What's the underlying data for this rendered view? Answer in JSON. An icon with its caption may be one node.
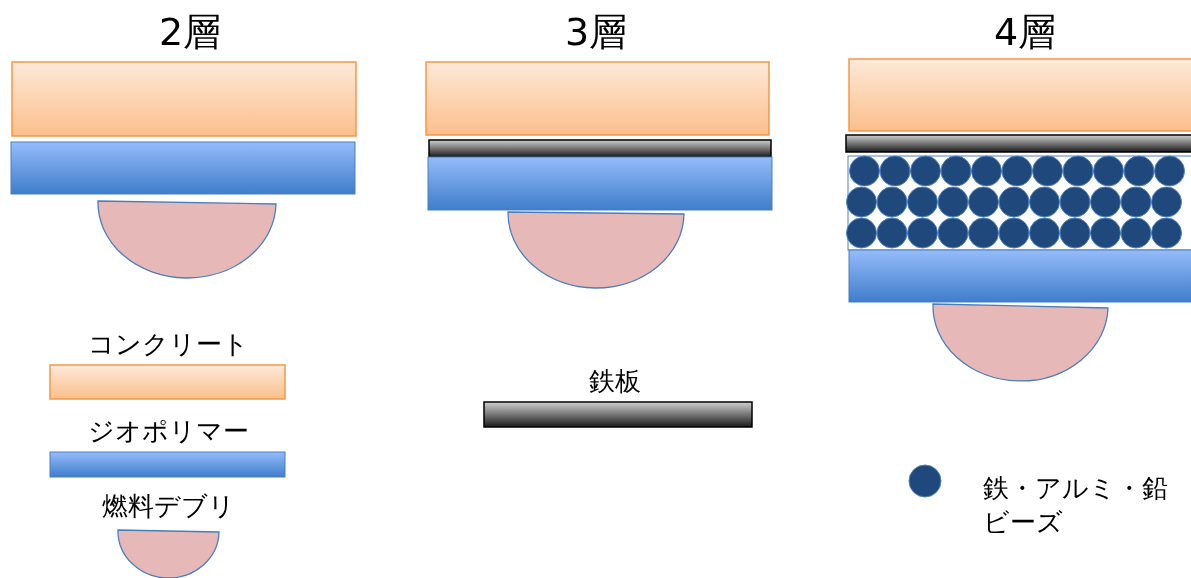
{
  "diagram": {
    "labels": [
      "2層",
      "3層",
      "4層"
    ],
    "legend": [
      {
        "text": "コンクリート"
      },
      {
        "text": "ジオポリマー"
      },
      {
        "text": "燃料デブリ"
      },
      {
        "text": "鉄板"
      },
      {
        "text": "鉄・アルミ・鉛ビーズ",
        "color": "#1f497d"
      }
    ]
  }
}
